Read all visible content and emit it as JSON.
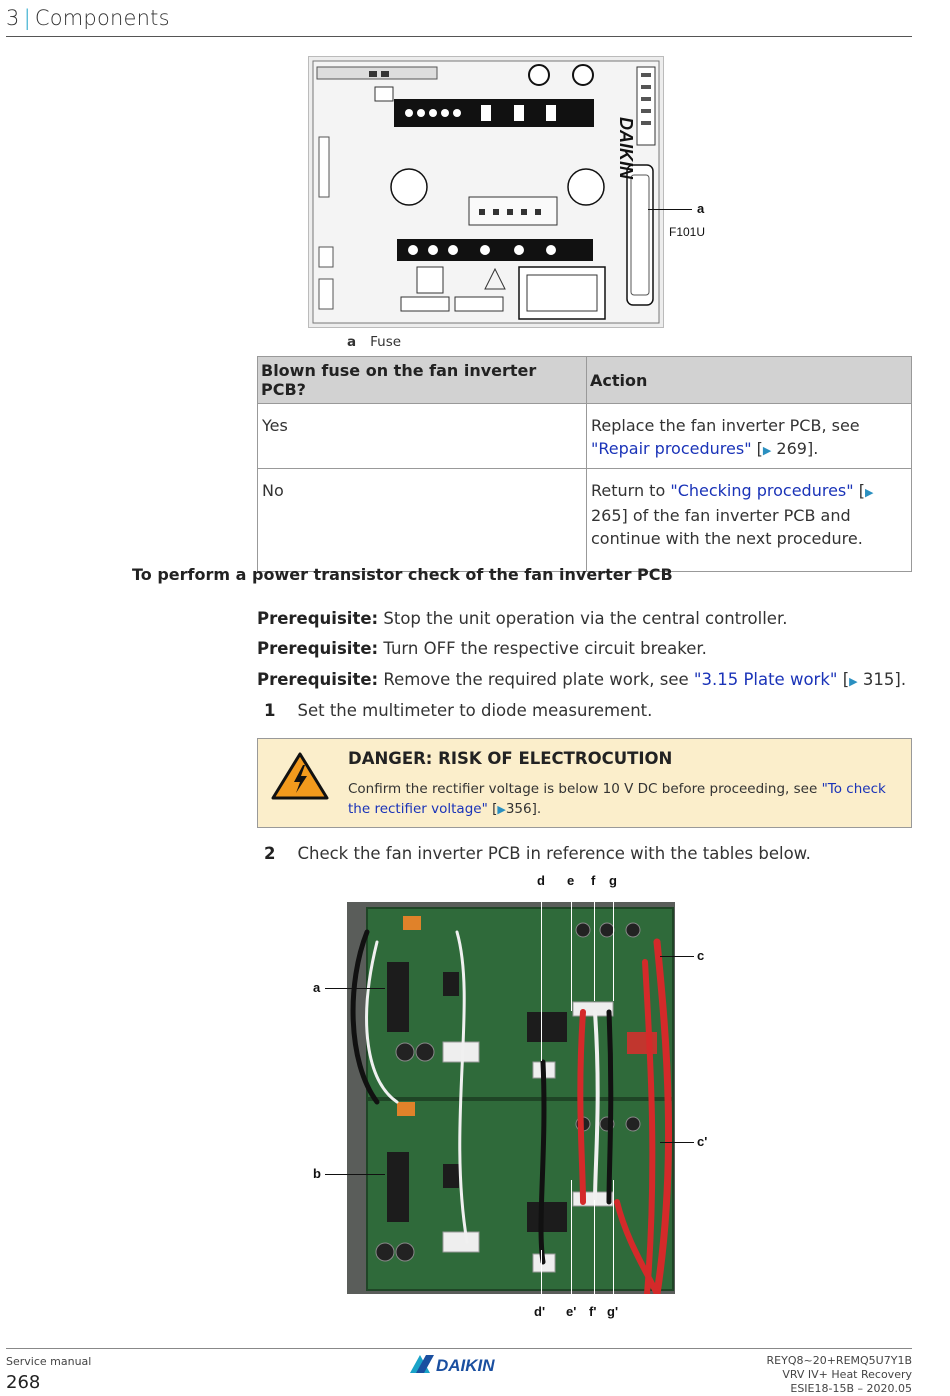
{
  "header": {
    "chapter": "3",
    "separator": "|",
    "title": "Components"
  },
  "figure1": {
    "callout_letter": "a",
    "callout_text": "F101U",
    "brand_mark": "DAIKIN",
    "legend_key": "a",
    "legend_text": "Fuse"
  },
  "table": {
    "col1": "Blown fuse on the fan inverter PCB?",
    "col2": "Action",
    "rows": [
      {
        "answer": "Yes",
        "action_pre": "Replace the fan inverter PCB, see ",
        "link": "\"Repair procedures\"",
        "bracket_open": " [",
        "arrow": "▶",
        "page": " 269",
        "bracket_close": "].",
        "action_post": ""
      },
      {
        "answer": "No",
        "action_pre": "Return to ",
        "link": "\"Checking procedures\"",
        "bracket_open": " [",
        "arrow": "▶",
        "page": " 265",
        "bracket_close": "]",
        "action_post": " of the fan inverter PCB and continue with the next procedure."
      }
    ]
  },
  "section": {
    "heading": "To perform a power transistor check of the fan inverter PCB",
    "prereq_label": "Prerequisite:",
    "prereq1": " Stop the unit operation via the central controller.",
    "prereq2": " Turn OFF the respective circuit breaker.",
    "prereq3_pre": " Remove the required plate work, see ",
    "prereq3_link": "\"3.15 Plate work\"",
    "prereq3_post": " 315].",
    "prereq3_bracket": " [",
    "arrow": "▶",
    "step1_num": "1",
    "step1_text": "Set the multimeter to diode measurement.",
    "step2_num": "2",
    "step2_text": "Check the fan inverter PCB in reference with the tables below."
  },
  "danger": {
    "title": "DANGER: RISK OF ELECTROCUTION",
    "text_pre": "Confirm the rectifier voltage is below 10 V DC before proceeding, see ",
    "link": "\"To check the rectifier voltage\"",
    "bracket": " [",
    "arrow": "▶",
    "page_post": "356]."
  },
  "figure2": {
    "labels_top": [
      "d",
      "e",
      "f",
      "g"
    ],
    "labels_bottom": [
      "d'",
      "e'",
      "f'",
      "g'"
    ],
    "label_a": "a",
    "label_b": "b",
    "label_c": "c",
    "label_c2": "c'"
  },
  "footer": {
    "doc_type": "Service manual",
    "page_number": "268",
    "brand": "DAIKIN",
    "model": "REYQ8~20+REMQ5U7Y1B",
    "series": "VRV IV+ Heat Recovery",
    "doc_id": "ESIE18-15B – 2020.05"
  },
  "colors": {
    "accent": "#1aa3c8",
    "link": "#1a33b8",
    "danger_bg": "#fbeecb",
    "table_header_bg": "#d2d2d2",
    "pcb_green": "#2f6a3a",
    "daikin_blue": "#1a4fa0"
  }
}
